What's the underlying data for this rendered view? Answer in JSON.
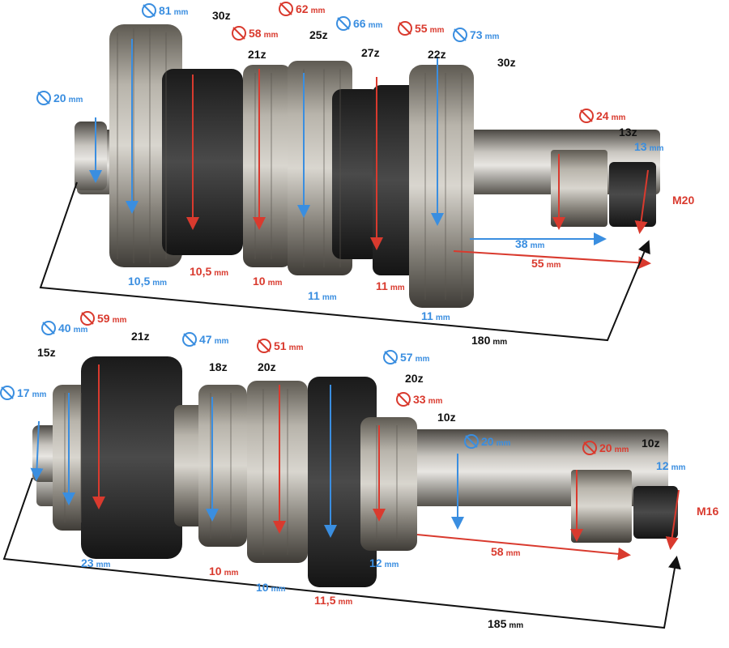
{
  "colors": {
    "blue": "#3a8ee0",
    "red": "#d93a2e",
    "black": "#111111"
  },
  "diameter_symbol": "diameter-icon",
  "upper_shaft": {
    "overall_length": {
      "value": "180",
      "unit": "mm"
    },
    "teeth": [
      "30z",
      "21z",
      "25z",
      "27z",
      "22z",
      "30z",
      "13z"
    ],
    "diameters_blue": [
      {
        "value": "20",
        "unit": "mm"
      },
      {
        "value": "81",
        "unit": "mm"
      },
      {
        "value": "66",
        "unit": "mm"
      },
      {
        "value": "73",
        "unit": "mm"
      },
      {
        "value": "13",
        "unit": "mm"
      }
    ],
    "diameters_red": [
      {
        "value": "58",
        "unit": "mm"
      },
      {
        "value": "62",
        "unit": "mm"
      },
      {
        "value": "55",
        "unit": "mm"
      },
      {
        "value": "24",
        "unit": "mm"
      }
    ],
    "thread": "M20",
    "widths_blue": [
      {
        "value": "10,5",
        "unit": "mm"
      },
      {
        "value": "11",
        "unit": "mm"
      },
      {
        "value": "11",
        "unit": "mm"
      },
      {
        "value": "38",
        "unit": "mm"
      }
    ],
    "widths_red": [
      {
        "value": "10,5",
        "unit": "mm"
      },
      {
        "value": "10",
        "unit": "mm"
      },
      {
        "value": "11",
        "unit": "mm"
      },
      {
        "value": "55",
        "unit": "mm"
      }
    ]
  },
  "lower_shaft": {
    "overall_length": {
      "value": "185",
      "unit": "mm"
    },
    "teeth": [
      "15z",
      "21z",
      "18z",
      "20z",
      "20z",
      "10z",
      "10z"
    ],
    "diameters_blue": [
      {
        "value": "17",
        "unit": "mm"
      },
      {
        "value": "40",
        "unit": "mm"
      },
      {
        "value": "47",
        "unit": "mm"
      },
      {
        "value": "57",
        "unit": "mm"
      },
      {
        "value": "20",
        "unit": "mm"
      },
      {
        "value": "12",
        "unit": "mm"
      }
    ],
    "diameters_red": [
      {
        "value": "59",
        "unit": "mm"
      },
      {
        "value": "51",
        "unit": "mm"
      },
      {
        "value": "33",
        "unit": "mm"
      },
      {
        "value": "20",
        "unit": "mm"
      }
    ],
    "thread": "M16",
    "widths_blue": [
      {
        "value": "23",
        "unit": "mm"
      },
      {
        "value": "10",
        "unit": "mm"
      },
      {
        "value": "12",
        "unit": "mm"
      }
    ],
    "widths_red": [
      {
        "value": "10",
        "unit": "mm"
      },
      {
        "value": "11,5",
        "unit": "mm"
      },
      {
        "value": "58",
        "unit": "mm"
      }
    ]
  }
}
